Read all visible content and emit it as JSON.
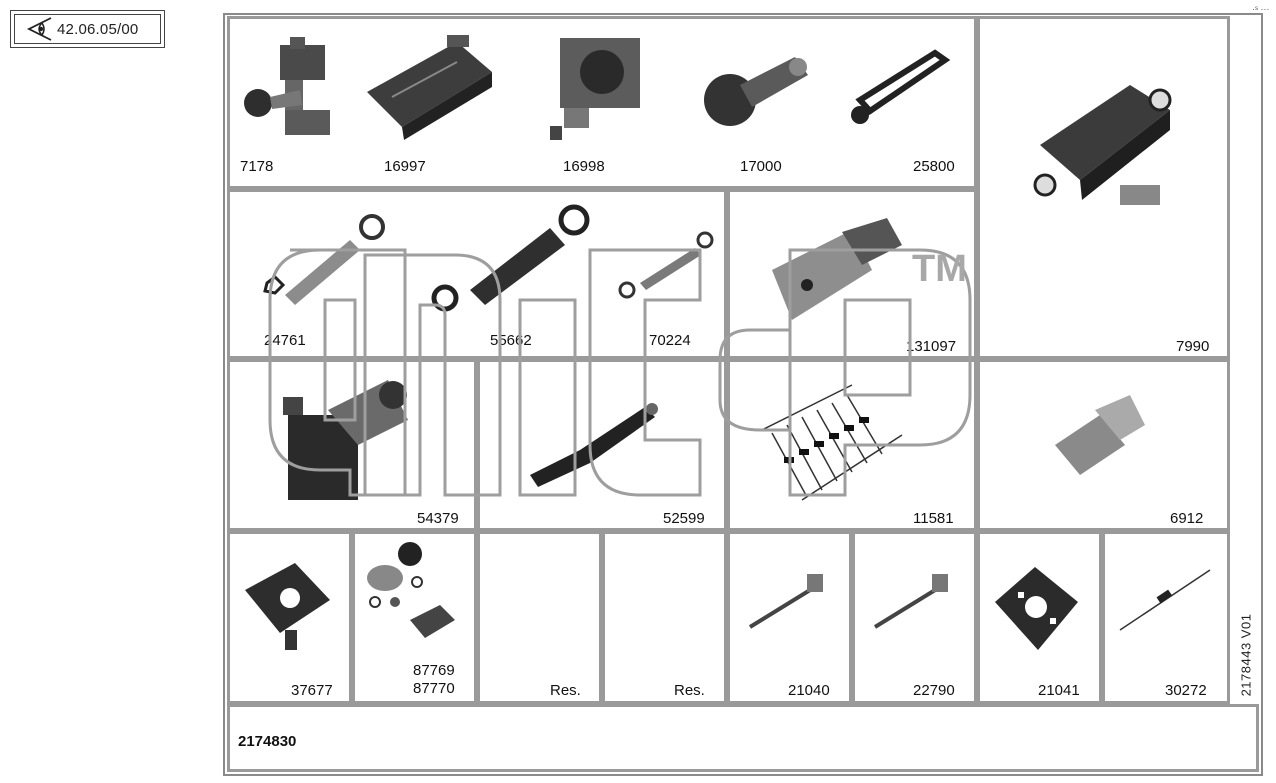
{
  "nav": {
    "code": "42.06.05/00"
  },
  "document_number": "2174830",
  "drawing_id": "2178443 V01",
  "watermark": {
    "tm": "TM"
  },
  "parts": [
    {
      "id": "p-7178",
      "label": "7178"
    },
    {
      "id": "p-16997",
      "label": "16997"
    },
    {
      "id": "p-16998",
      "label": "16998"
    },
    {
      "id": "p-17000",
      "label": "17000"
    },
    {
      "id": "p-25800",
      "label": "25800"
    },
    {
      "id": "p-7990",
      "label": "7990"
    },
    {
      "id": "p-24761",
      "label": "24761"
    },
    {
      "id": "p-55662",
      "label": "55662"
    },
    {
      "id": "p-70224",
      "label": "70224"
    },
    {
      "id": "p-131097",
      "label": "131097"
    },
    {
      "id": "p-54379",
      "label": "54379"
    },
    {
      "id": "p-52599",
      "label": "52599"
    },
    {
      "id": "p-11581",
      "label": "11581"
    },
    {
      "id": "p-6912",
      "label": "6912"
    },
    {
      "id": "p-37677",
      "label": "37677"
    },
    {
      "id": "p-87769",
      "label": "87769",
      "label2": "87770"
    },
    {
      "id": "p-res1",
      "label": "Res."
    },
    {
      "id": "p-res2",
      "label": "Res."
    },
    {
      "id": "p-21040",
      "label": "21040"
    },
    {
      "id": "p-22790",
      "label": "22790"
    },
    {
      "id": "p-21041",
      "label": "21041"
    },
    {
      "id": "p-30272",
      "label": "30272"
    }
  ]
}
